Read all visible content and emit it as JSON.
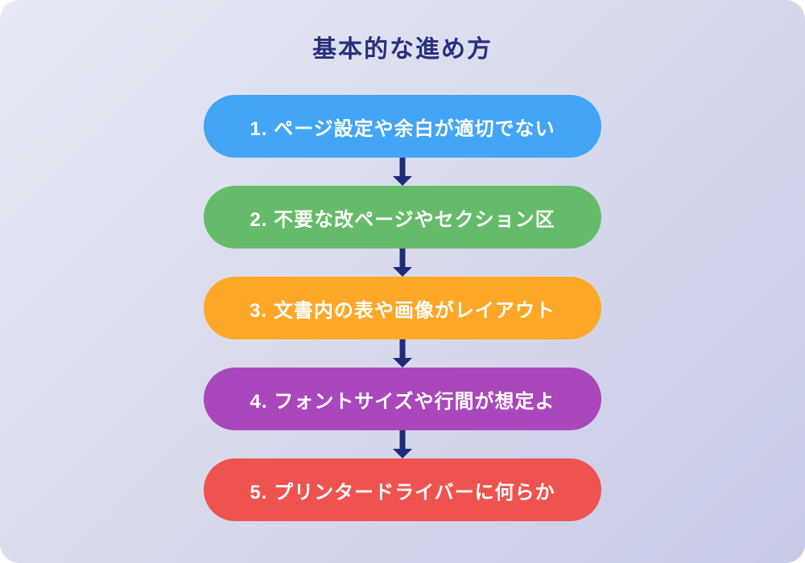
{
  "title": "基本的な進め方",
  "colors": {
    "background_top": "#E7E8F5",
    "background_mid": "#D8DAEC",
    "background_bottom": "#C6C9E5",
    "title_text": "#27307F",
    "arrow": "#1F2A78",
    "node_text": "#FFFFFF"
  },
  "flow": {
    "nodes": [
      {
        "label": "1. ページ設定や余白が適切でない",
        "color": "#42A5F5"
      },
      {
        "label": "2. 不要な改ページやセクション区",
        "color": "#66BB6A"
      },
      {
        "label": "3. 文書内の表や画像がレイアウト",
        "color": "#FFA726"
      },
      {
        "label": "4. フォントサイズや行間が想定よ",
        "color": "#AB47BC"
      },
      {
        "label": "5. プリンタードライバーに何らか",
        "color": "#EF5350"
      }
    ]
  }
}
